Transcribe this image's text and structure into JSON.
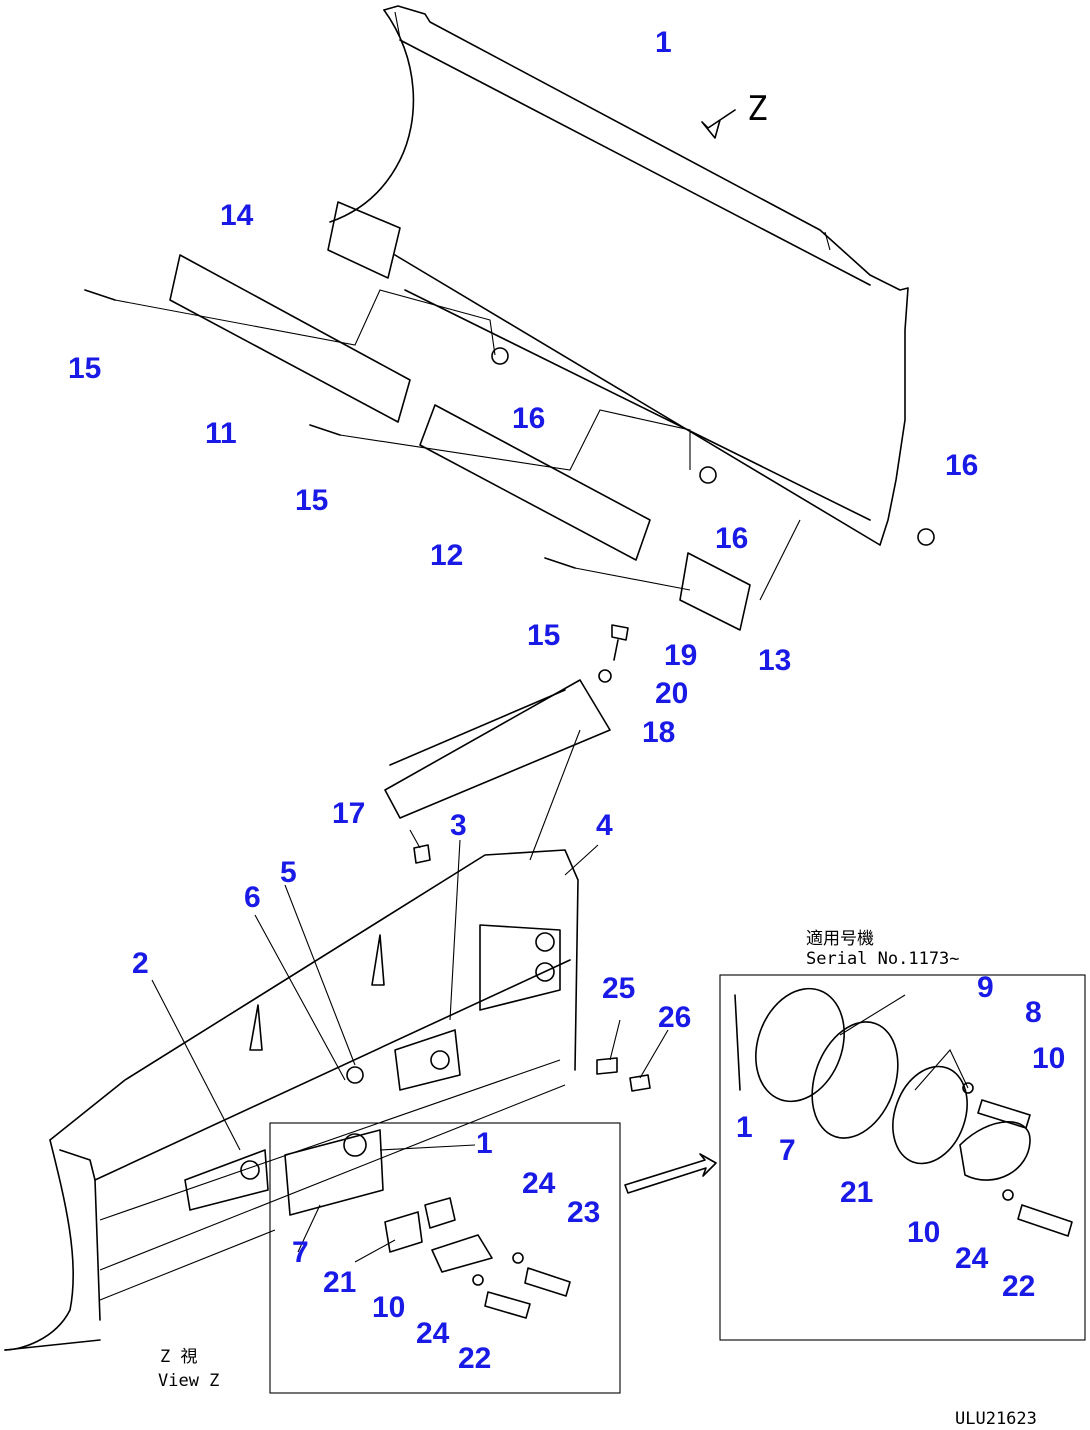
{
  "callouts": [
    {
      "text": "1"
    },
    {
      "text": "14"
    },
    {
      "text": "15"
    },
    {
      "text": "11"
    },
    {
      "text": "16"
    },
    {
      "text": "15"
    },
    {
      "text": "12"
    },
    {
      "text": "16"
    },
    {
      "text": "16"
    },
    {
      "text": "15"
    },
    {
      "text": "13"
    },
    {
      "text": "19"
    },
    {
      "text": "20"
    },
    {
      "text": "18"
    },
    {
      "text": "17"
    },
    {
      "text": "3"
    },
    {
      "text": "4"
    },
    {
      "text": "5"
    },
    {
      "text": "6"
    },
    {
      "text": "2"
    },
    {
      "text": "25"
    },
    {
      "text": "26"
    },
    {
      "text": "1"
    },
    {
      "text": "24"
    },
    {
      "text": "23"
    },
    {
      "text": "7"
    },
    {
      "text": "21"
    },
    {
      "text": "10"
    },
    {
      "text": "24"
    },
    {
      "text": "22"
    },
    {
      "text": "9"
    },
    {
      "text": "8"
    },
    {
      "text": "10"
    },
    {
      "text": "1"
    },
    {
      "text": "7"
    },
    {
      "text": "21"
    },
    {
      "text": "10"
    },
    {
      "text": "24"
    },
    {
      "text": "22"
    }
  ],
  "notes": {
    "view_arrow_label": "Z",
    "applicable_jp": "適用号機",
    "serial": "Serial No.1173~",
    "view_jp": "Z 視",
    "view_en": "View Z",
    "drawing_code": "ULU21623"
  }
}
